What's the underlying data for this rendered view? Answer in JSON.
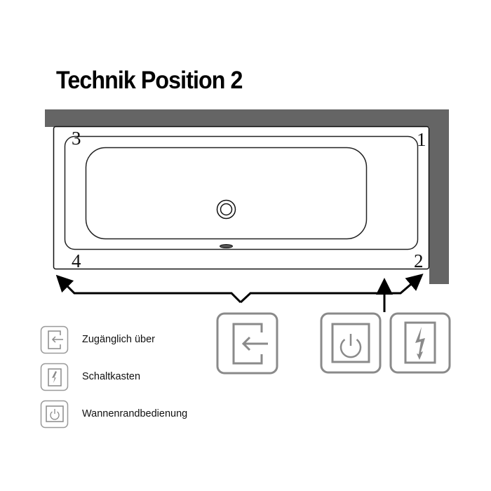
{
  "title": "Technik Position 2",
  "colors": {
    "wall": "#656565",
    "outline": "#111111",
    "icon_gray": "#8a8a8a",
    "arrow": "#000000"
  },
  "tub": {
    "corner_labels": {
      "top_left": "3",
      "top_right": "1",
      "bottom_right": "2",
      "bottom_left": "4"
    },
    "features": [
      "drain",
      "overflow"
    ]
  },
  "indicator_icons": [
    {
      "id": "access",
      "icon": "door-enter-icon",
      "meaning": "Zugänglich über"
    },
    {
      "id": "rim-control",
      "icon": "power-icon",
      "meaning": "Wannenrandbedienung"
    },
    {
      "id": "switch-box",
      "icon": "lightning-icon",
      "meaning": "Schaltkasten"
    }
  ],
  "legend": [
    {
      "icon": "door-enter-icon",
      "label": "Zugänglich über"
    },
    {
      "icon": "lightning-icon",
      "label": "Schaltkasten"
    },
    {
      "icon": "power-icon",
      "label": "Wannenrandbedienung"
    }
  ]
}
